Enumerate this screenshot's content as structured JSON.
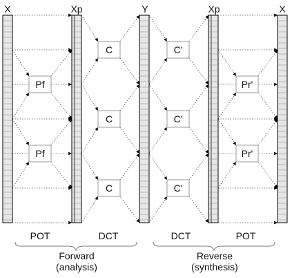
{
  "diagram": {
    "bar_labels": [
      "X",
      "Xp",
      "Y",
      "Xp",
      "X"
    ],
    "forward_blocks": {
      "pre": "Pf",
      "transform": "C"
    },
    "reverse_blocks": {
      "transform": "C'",
      "post": "Pr'"
    },
    "stage_labels": {
      "pot_left": "POT",
      "dct_left": "DCT",
      "dct_right": "DCT",
      "pot_right": "POT"
    },
    "groups": {
      "forward_line1": "Forward",
      "forward_line2": "(analysis)",
      "reverse_line1": "Reverse",
      "reverse_line2": "(synthesis)"
    }
  },
  "colors": {
    "bar_fill": "#e6e6e6",
    "line": "#000000",
    "dotted": "#555555",
    "box_border": "#999999"
  }
}
